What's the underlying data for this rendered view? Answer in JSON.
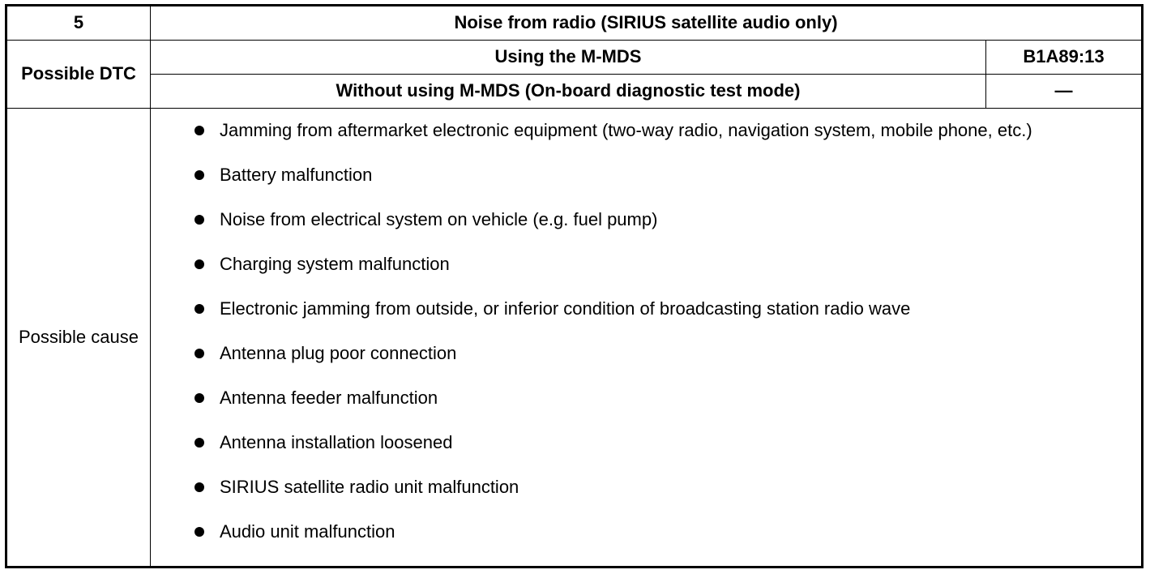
{
  "header": {
    "number": "5",
    "title": "Noise from radio (SIRIUS satellite audio only)"
  },
  "dtc": {
    "label": "Possible DTC",
    "rows": [
      {
        "method": "Using the M-MDS",
        "code": "B1A89:13"
      },
      {
        "method": "Without using M-MDS (On-board diagnostic test mode)",
        "code": "—"
      }
    ]
  },
  "cause": {
    "label": "Possible cause",
    "items": [
      "Jamming from aftermarket electronic equipment (two-way radio, navigation system, mobile phone, etc.)",
      "Battery malfunction",
      "Noise from electrical system on vehicle (e.g. fuel pump)",
      "Charging system malfunction",
      "Electronic jamming from outside, or inferior condition of broadcasting station radio wave",
      "Antenna plug poor connection",
      "Antenna feeder malfunction",
      "Antenna installation loosened",
      "SIRIUS satellite radio unit malfunction",
      "Audio unit malfunction"
    ]
  }
}
